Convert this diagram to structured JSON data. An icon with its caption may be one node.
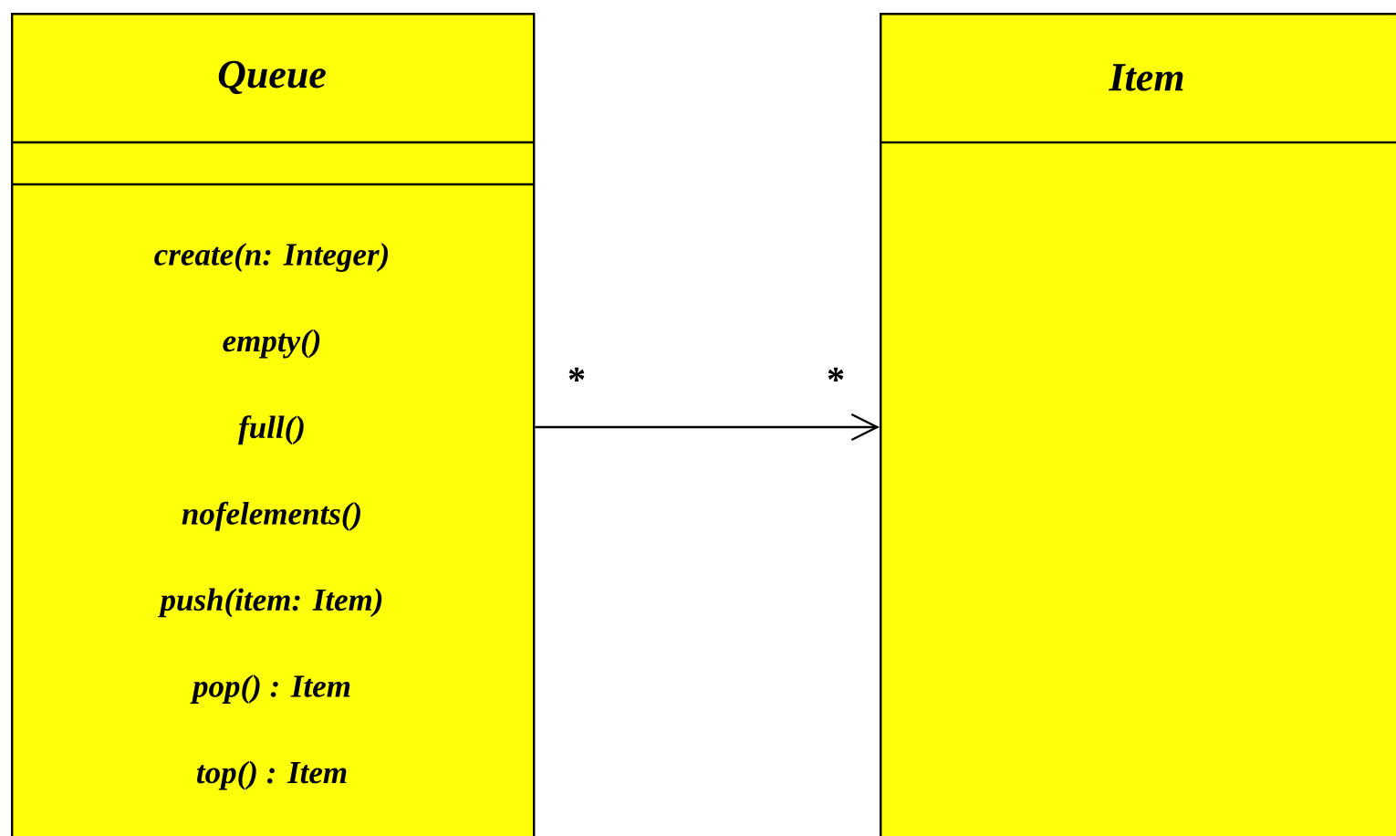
{
  "diagram": {
    "nodes": [
      {
        "text": [
          "Queue",
          "create(n: Integer)",
          "empty()",
          "full()",
          "nofelements()",
          "push(item: Item)",
          "pop() : Item",
          "top() : Item"
        ]
      },
      {
        "text": [
          "Item"
        ]
      }
    ],
    "edges": [
      {
        "from": 0,
        "to": 1,
        "arrow": "to"
      }
    ],
    "labels": [
      "*",
      "*"
    ]
  }
}
